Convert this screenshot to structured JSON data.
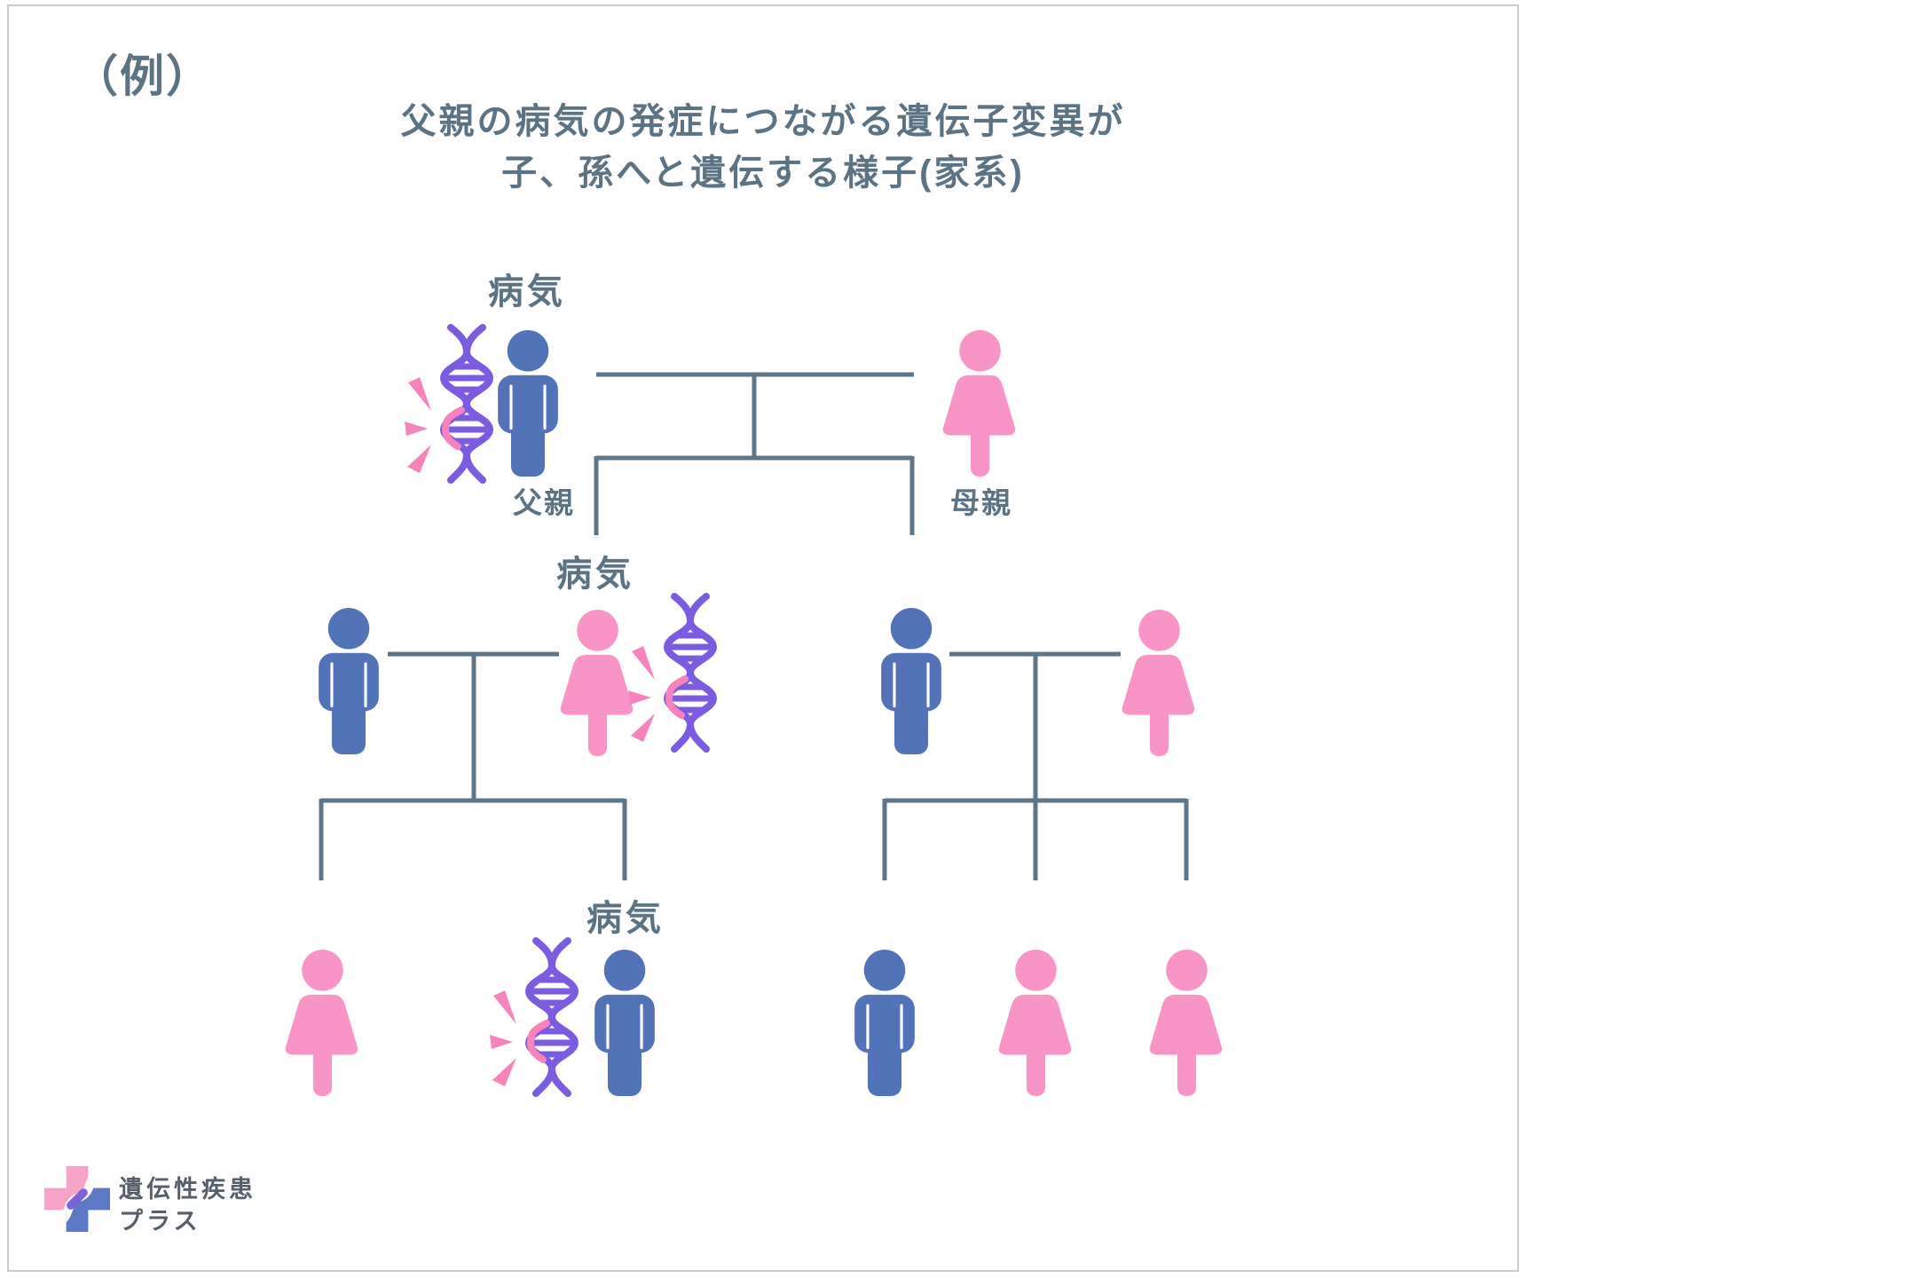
{
  "page": {
    "example_label": "（例）",
    "title_line1": "父親の病気の発症につながる遺伝子変異が",
    "title_line2": "子、孫へと遺伝する様子(家系)"
  },
  "labels": {
    "disease": "病気",
    "father": "父親",
    "mother": "母親"
  },
  "logo": {
    "name_line1": "遺伝性疾患",
    "name_line2": "プラス"
  },
  "colors": {
    "male_figure": "#5273b8",
    "female_figure": "#f995c6",
    "dna_helix": "#7b5ce1",
    "mutation_highlight": "#f783bd",
    "tree_line": "#5e7687",
    "heading_text": "#5b7383",
    "logo_pink": "#f6a3c9",
    "logo_blue": "#5b79c4"
  },
  "pedigree": {
    "generation_1": [
      {
        "sex": "male",
        "label": "父親",
        "disease": true,
        "mutation_dna_icon": true
      },
      {
        "sex": "female",
        "label": "母親",
        "disease": false,
        "mutation_dna_icon": false
      }
    ],
    "generation_2_left_couple": [
      {
        "sex": "male",
        "disease": false,
        "mutation_dna_icon": false
      },
      {
        "sex": "female",
        "disease": true,
        "mutation_dna_icon": true
      }
    ],
    "generation_2_right_couple": [
      {
        "sex": "male",
        "disease": false,
        "mutation_dna_icon": false
      },
      {
        "sex": "female",
        "disease": false,
        "mutation_dna_icon": false
      }
    ],
    "generation_3_left_children": [
      {
        "sex": "female",
        "disease": false,
        "mutation_dna_icon": false
      },
      {
        "sex": "male",
        "disease": true,
        "mutation_dna_icon": true
      }
    ],
    "generation_3_right_children": [
      {
        "sex": "male",
        "disease": false,
        "mutation_dna_icon": false
      },
      {
        "sex": "female",
        "disease": false,
        "mutation_dna_icon": false
      },
      {
        "sex": "female",
        "disease": false,
        "mutation_dna_icon": false
      }
    ]
  }
}
